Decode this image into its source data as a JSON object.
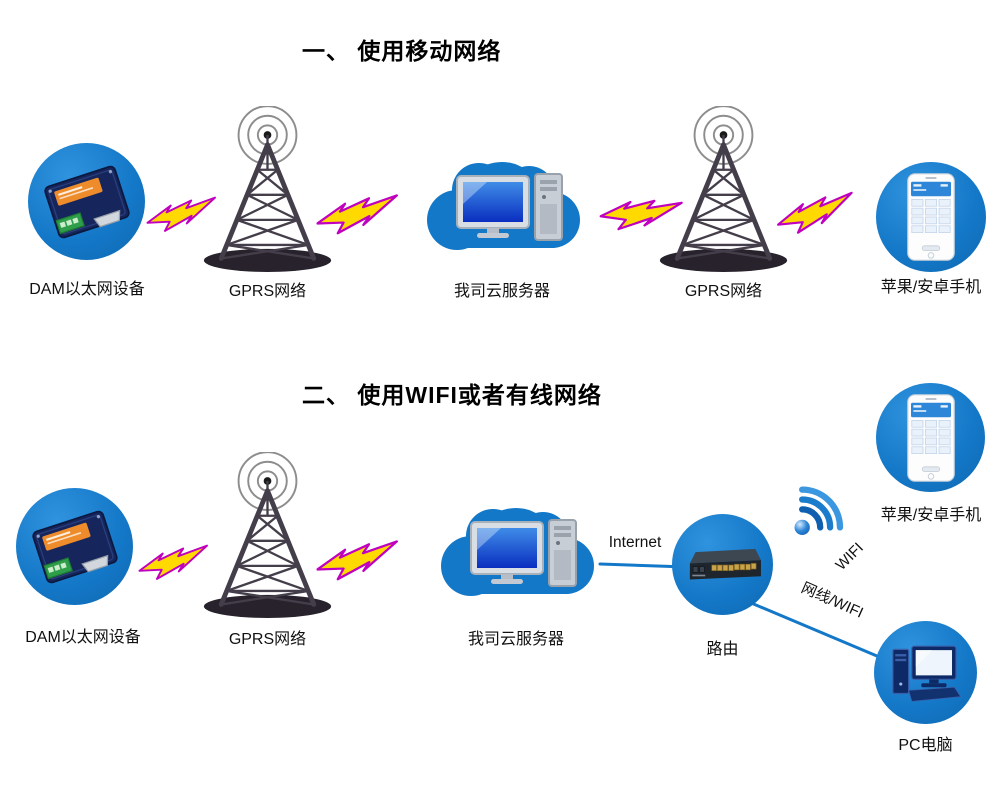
{
  "section1": {
    "title": "一、 使用移动网络",
    "dam_label": "DAM以太网设备",
    "gprs1_label": "GPRS网络",
    "cloud_label": "我司云服务器",
    "gprs2_label": "GPRS网络",
    "phone_label": "苹果/安卓手机"
  },
  "section2": {
    "title": "二、 使用WIFI或者有线网络",
    "dam_label": "DAM以太网设备",
    "gprs_label": "GPRS网络",
    "cloud_label": "我司云服务器",
    "internet_label": "Internet",
    "router_label": "路由",
    "wifi_label": "WIFI",
    "cable_label": "网线/WIFI",
    "phone_label": "苹果/安卓手机",
    "pc_label": "PC电脑"
  },
  "icons": [
    "dam-device-icon",
    "radio-tower-icon",
    "lightning-bolt-icon",
    "cloud-server-icon",
    "smartphone-icon",
    "router-switch-icon",
    "wifi-signal-icon",
    "desktop-pc-icon"
  ],
  "colors": {
    "node_blue": "#1478c8",
    "bolt_fill": "#ffd900",
    "bolt_stroke": "#bf00bf",
    "connection_line": "#1478c8",
    "tower_gray": "#443e4a"
  }
}
